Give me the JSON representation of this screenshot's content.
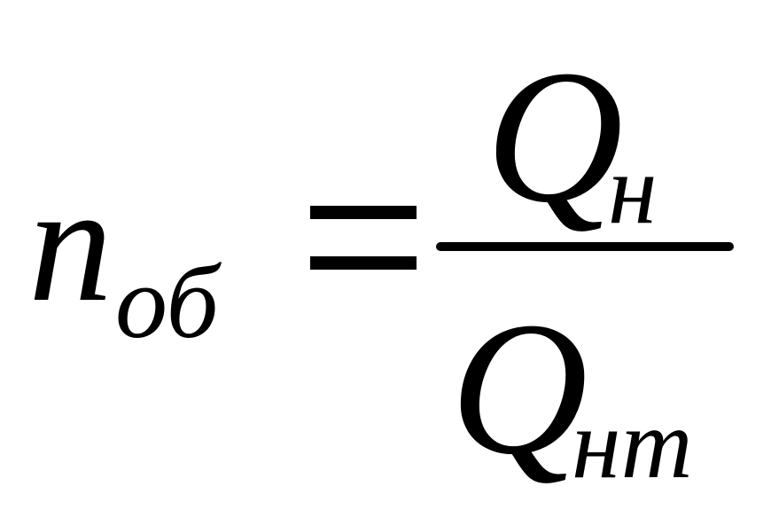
{
  "formula": {
    "lhs": {
      "variable": "n",
      "subscript": "об"
    },
    "operator": "=",
    "numerator": {
      "variable": "Q",
      "subscript": "н"
    },
    "denominator": {
      "variable": "Q",
      "subscript": "нт"
    }
  }
}
